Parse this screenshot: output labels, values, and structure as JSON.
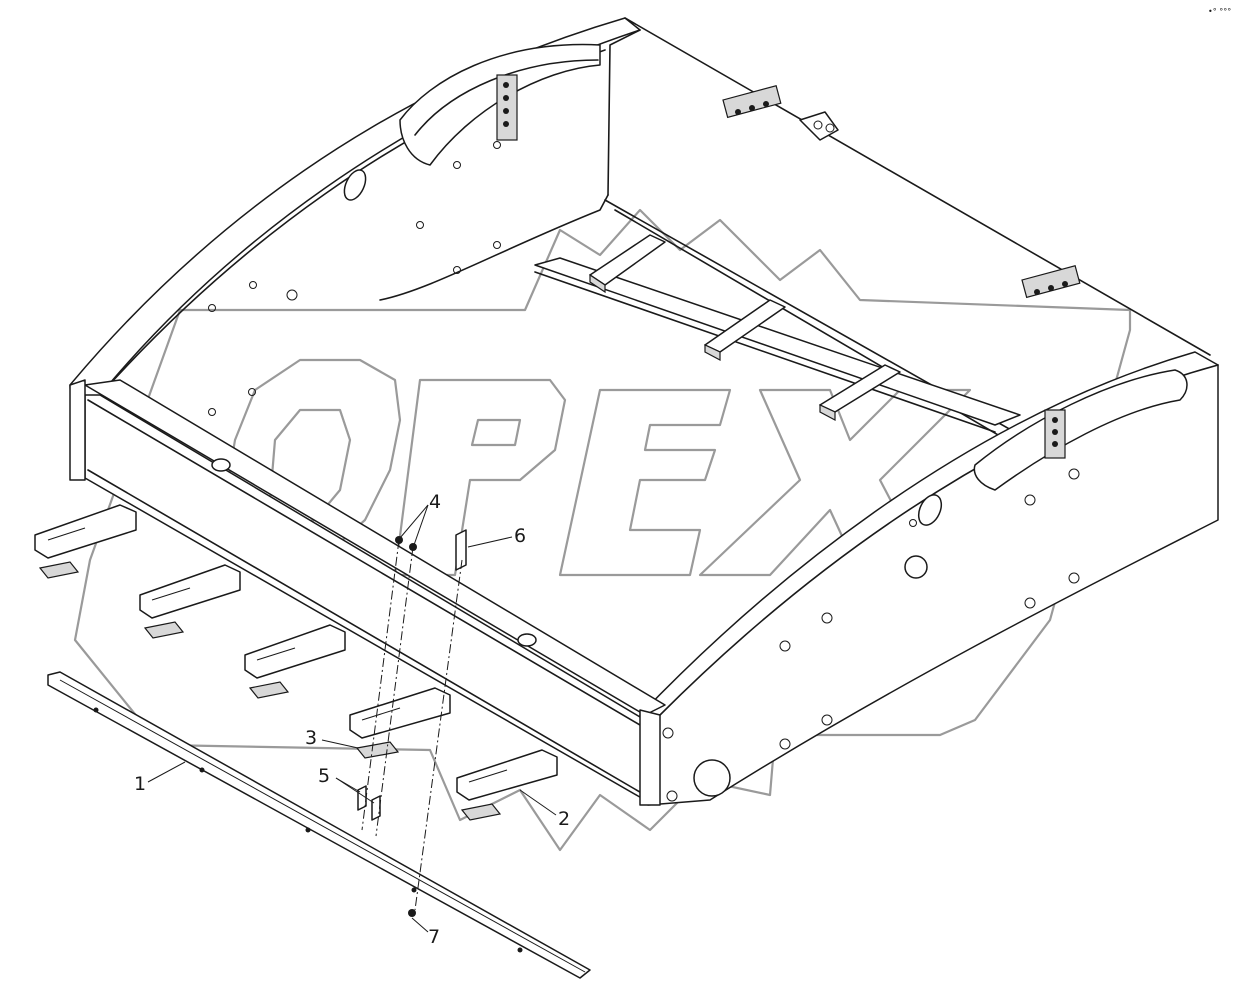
{
  "callouts": {
    "c1": "1",
    "c2": "2",
    "c3": "3",
    "c4": "4",
    "c5": "5",
    "c6": "6",
    "c7": "7"
  },
  "watermark": "OPEX",
  "corner_mark": "•° °°°"
}
